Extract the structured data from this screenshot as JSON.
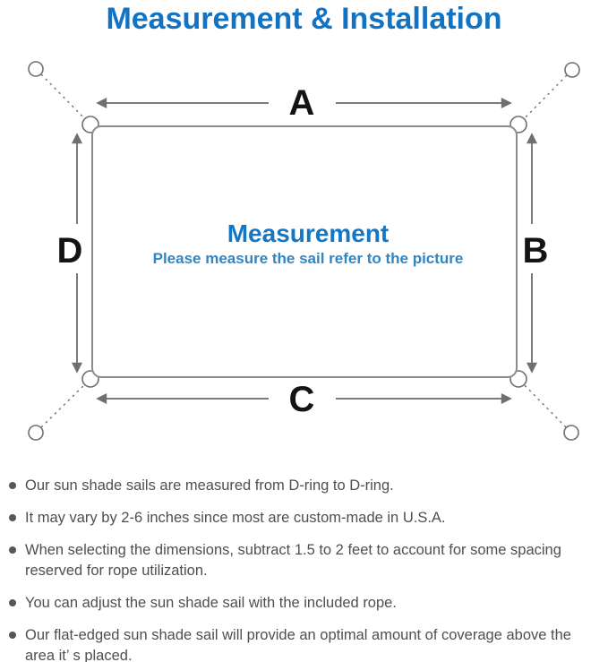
{
  "header": {
    "title": "Measurement & Installation"
  },
  "colors": {
    "title_blue": "#1173c2",
    "heading_blue": "#1377c5",
    "subtitle_blue": "#2f86c5",
    "line_gray": "#7a7a7a",
    "note_text_gray": "#4f4f4f"
  },
  "diagram": {
    "heading": "Measurement",
    "subheading": "Please measure the sail refer to the picture",
    "side_labels": {
      "top": "A",
      "right": "B",
      "bottom": "C",
      "left": "D"
    }
  },
  "notes": [
    "Our sun shade sails are measured from D-ring to D-ring.",
    "It may vary by 2-6 inches since most are custom-made in U.S.A.",
    "When selecting the dimensions, subtract 1.5 to 2 feet to account for some spacing reserved for rope utilization.",
    "You can adjust the sun shade sail with the included rope.",
    "Our flat-edged sun shade sail will provide an optimal amount of coverage above the area it’ s placed."
  ]
}
